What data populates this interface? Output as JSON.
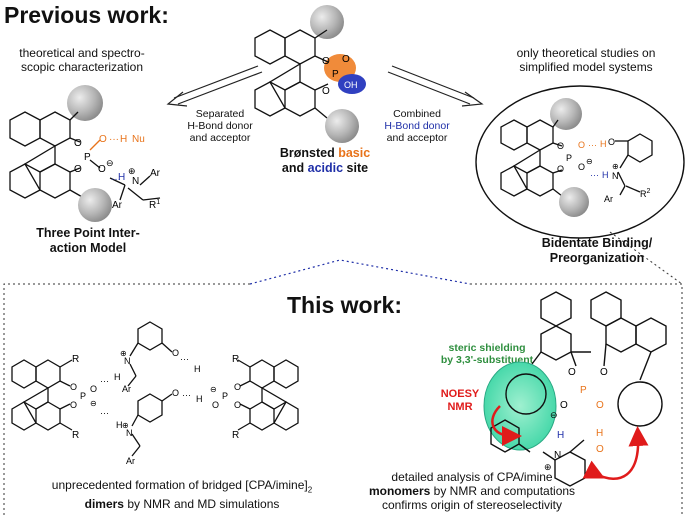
{
  "header": {
    "previous_title": "Previous work:",
    "this_title": "This work:"
  },
  "left": {
    "note_line1": "theoretical and spectro-",
    "note_line2": "scopic characterization",
    "model_line1": "Three Point Inter-",
    "model_line2": "action Model"
  },
  "right": {
    "note_line1": "only theoretical studies on",
    "note_line2": "simplified model systems",
    "model_line1": "Bidentate Binding/",
    "model_line2": "Preorganization"
  },
  "center": {
    "label_line1_pre": "Brønsted ",
    "label_line1_basic": "basic",
    "label_line2_pre": "and ",
    "label_line2_acidic": "acidic",
    "label_line2_post": " site"
  },
  "arrows": {
    "left_line1": "Separated",
    "left_line2": "H-Bond donor",
    "left_line3": "and acceptor",
    "right_line1": "Combined",
    "right_line2": "H-Bond donor",
    "right_line3": "and acceptor"
  },
  "bottom_left": {
    "caption_line1": "unprecedented formation of bridged [CPA/imine]",
    "caption_sub": "2",
    "caption_line2_bold": "dimers",
    "caption_line2_rest": " by NMR and MD simulations"
  },
  "bottom_right": {
    "steric_line1": "steric shielding",
    "steric_line2": "by 3,3'-substituent",
    "noesy_line1": "NOESY",
    "noesy_line2": "NMR",
    "caption_line1": "detailed analysis of CPA/imine",
    "caption_line2": "monomers",
    "caption_line2_rest": " by NMR and computations",
    "caption_line3": "confirms origin of stereoselectivity"
  },
  "atoms": {
    "O": "O",
    "P": "P",
    "OH": "OH",
    "H": "H",
    "Nu": "Nu",
    "N": "N",
    "Ar": "Ar",
    "R": "R",
    "R1": "R",
    "R1_sup": "1",
    "R2": "R",
    "R2_sup": "2",
    "plus": "⊕",
    "minus": "⊖",
    "dots": "···"
  },
  "colors": {
    "orange": "#e8731a",
    "blue": "#1f2fa8",
    "green_text": "#2f8f3f",
    "teal_highlight": "#3fd6a6",
    "red": "#e01b1b",
    "sphere": "#a9a9a9"
  }
}
